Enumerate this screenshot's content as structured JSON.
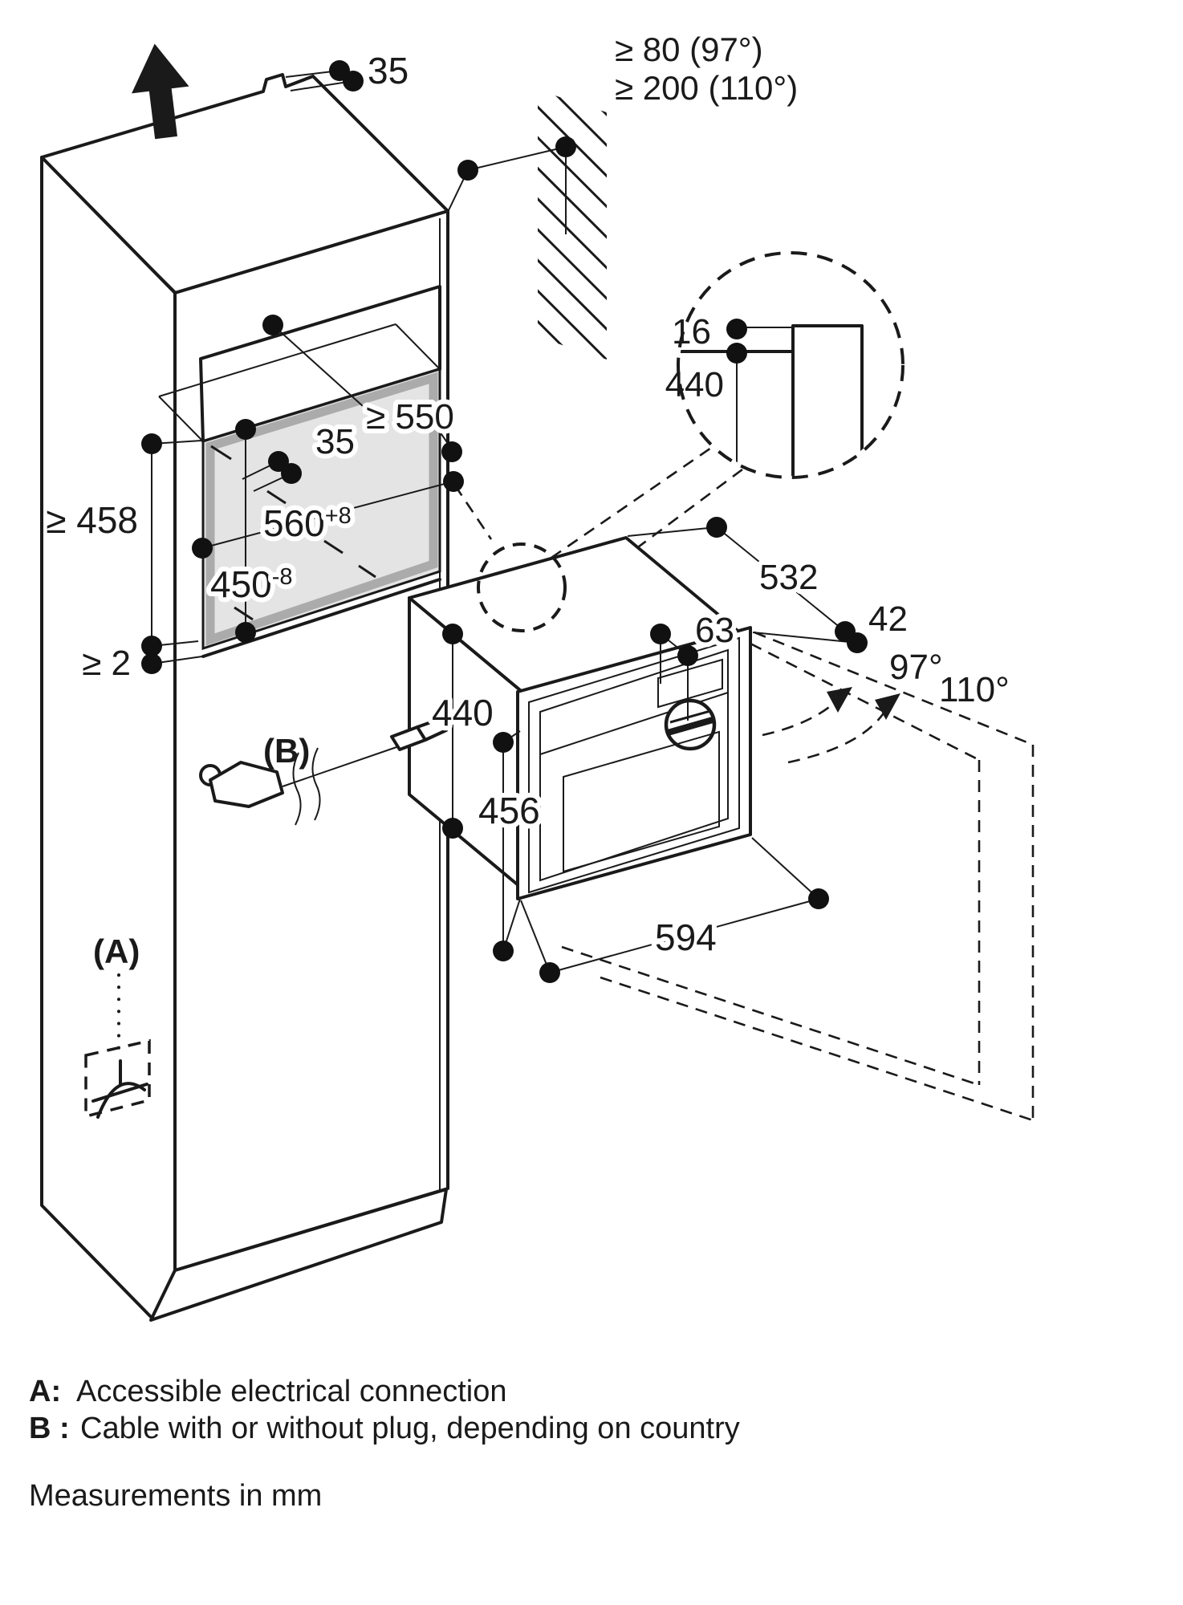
{
  "dims": {
    "top_offset": "35",
    "clearance_97": "≥ 80 (97°)",
    "clearance_110": "≥ 200 (110°)",
    "detail_gap": "16",
    "detail_height": "440",
    "niche_depth": "≥ 550",
    "rear_offset": "35",
    "niche_height_min": "≥ 458",
    "niche_width": "560",
    "niche_width_tol": "+8",
    "niche_opening_height": "450",
    "niche_opening_tol": "-8",
    "bottom_gap": "≥ 2",
    "appliance_depth": "532",
    "door_thickness": "42",
    "opening_angle_small": "97°",
    "opening_angle_large": "110°",
    "control_offset": "63",
    "body_height": "440",
    "front_height": "456",
    "appliance_width": "594"
  },
  "callouts": {
    "a": "(A)",
    "b": "(B)"
  },
  "legend": {
    "a_key": "A:",
    "a_text": "Accessible electrical connection",
    "b_key": "B :",
    "b_text": "Cable with or without plug, depending on country",
    "note": "Measurements in mm"
  },
  "colors": {
    "line": "#1a1a1a",
    "niche_fill": "#e4e4e4",
    "niche_edge": "#ababab",
    "background": "#ffffff"
  }
}
